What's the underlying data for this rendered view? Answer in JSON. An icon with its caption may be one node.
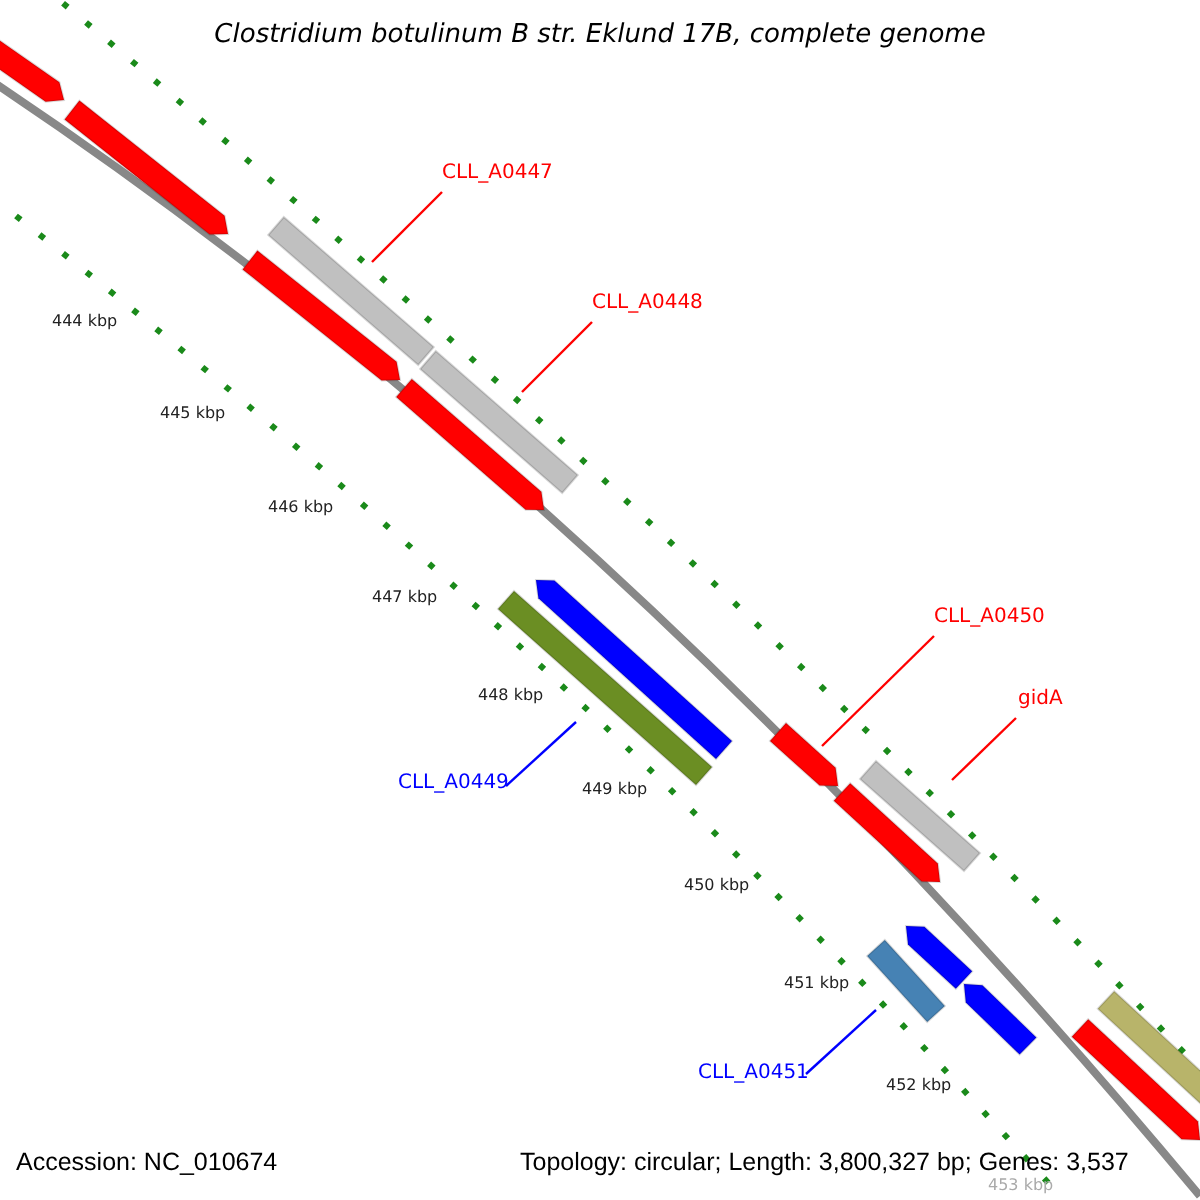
{
  "diagram": {
    "title": "Clostridium botulinum B str. Eklund 17B, complete genome",
    "nodes": [
      {
        "text": [
          "CLL_A0447"
        ]
      },
      {
        "text": [],
        "shape": "bar"
      },
      {
        "text": [
          "CLL_A0448"
        ]
      },
      {
        "text": [],
        "shape": "bar"
      },
      {
        "text": [
          "CLL_A0450"
        ]
      },
      {
        "text": [],
        "shape": "bar"
      },
      {
        "text": [
          "gidA"
        ]
      },
      {
        "text": [],
        "shape": "bar"
      },
      {
        "text": [
          "CLL_A0449"
        ]
      },
      {
        "text": [],
        "shape": "bar"
      },
      {
        "text": [
          "CLL_A0451"
        ]
      },
      {
        "text": [],
        "shape": "bar"
      },
      {
        "text": [],
        "shape": "bar"
      },
      {
        "text": [],
        "shape": "bar"
      },
      {
        "text": [],
        "shape": "bar"
      },
      {
        "text": [],
        "shape": "bar"
      },
      {
        "text": [],
        "shape": "bar"
      },
      {
        "text": [],
        "shape": "bar"
      },
      {
        "text": [],
        "shape": "bar"
      },
      {
        "text": [],
        "shape": "bar"
      },
      {
        "text": [],
        "shape": "bar"
      },
      {
        "text": [],
        "shape": "bar"
      }
    ],
    "edges": [
      {
        "from": 0,
        "to": 1,
        "arrow": "none"
      },
      {
        "from": 2,
        "to": 3,
        "arrow": "none"
      },
      {
        "from": 4,
        "to": 5,
        "arrow": "none"
      },
      {
        "from": 6,
        "to": 7,
        "arrow": "none"
      },
      {
        "from": 8,
        "to": 9,
        "arrow": "none",
        "color": "#0000ff"
      },
      {
        "from": 10,
        "to": 11,
        "arrow": "none",
        "color": "#0000ff"
      }
    ],
    "labels": [
      "444 kbp",
      "445 kbp",
      "446 kbp",
      "447 kbp",
      "448 kbp",
      "449 kbp",
      "450 kbp",
      "451 kbp",
      "452 kbp",
      "453 kbp",
      "Accession: NC_010674",
      "Topology: circular; Length: 3,800,327 bp; Genes: 3,537"
    ]
  }
}
